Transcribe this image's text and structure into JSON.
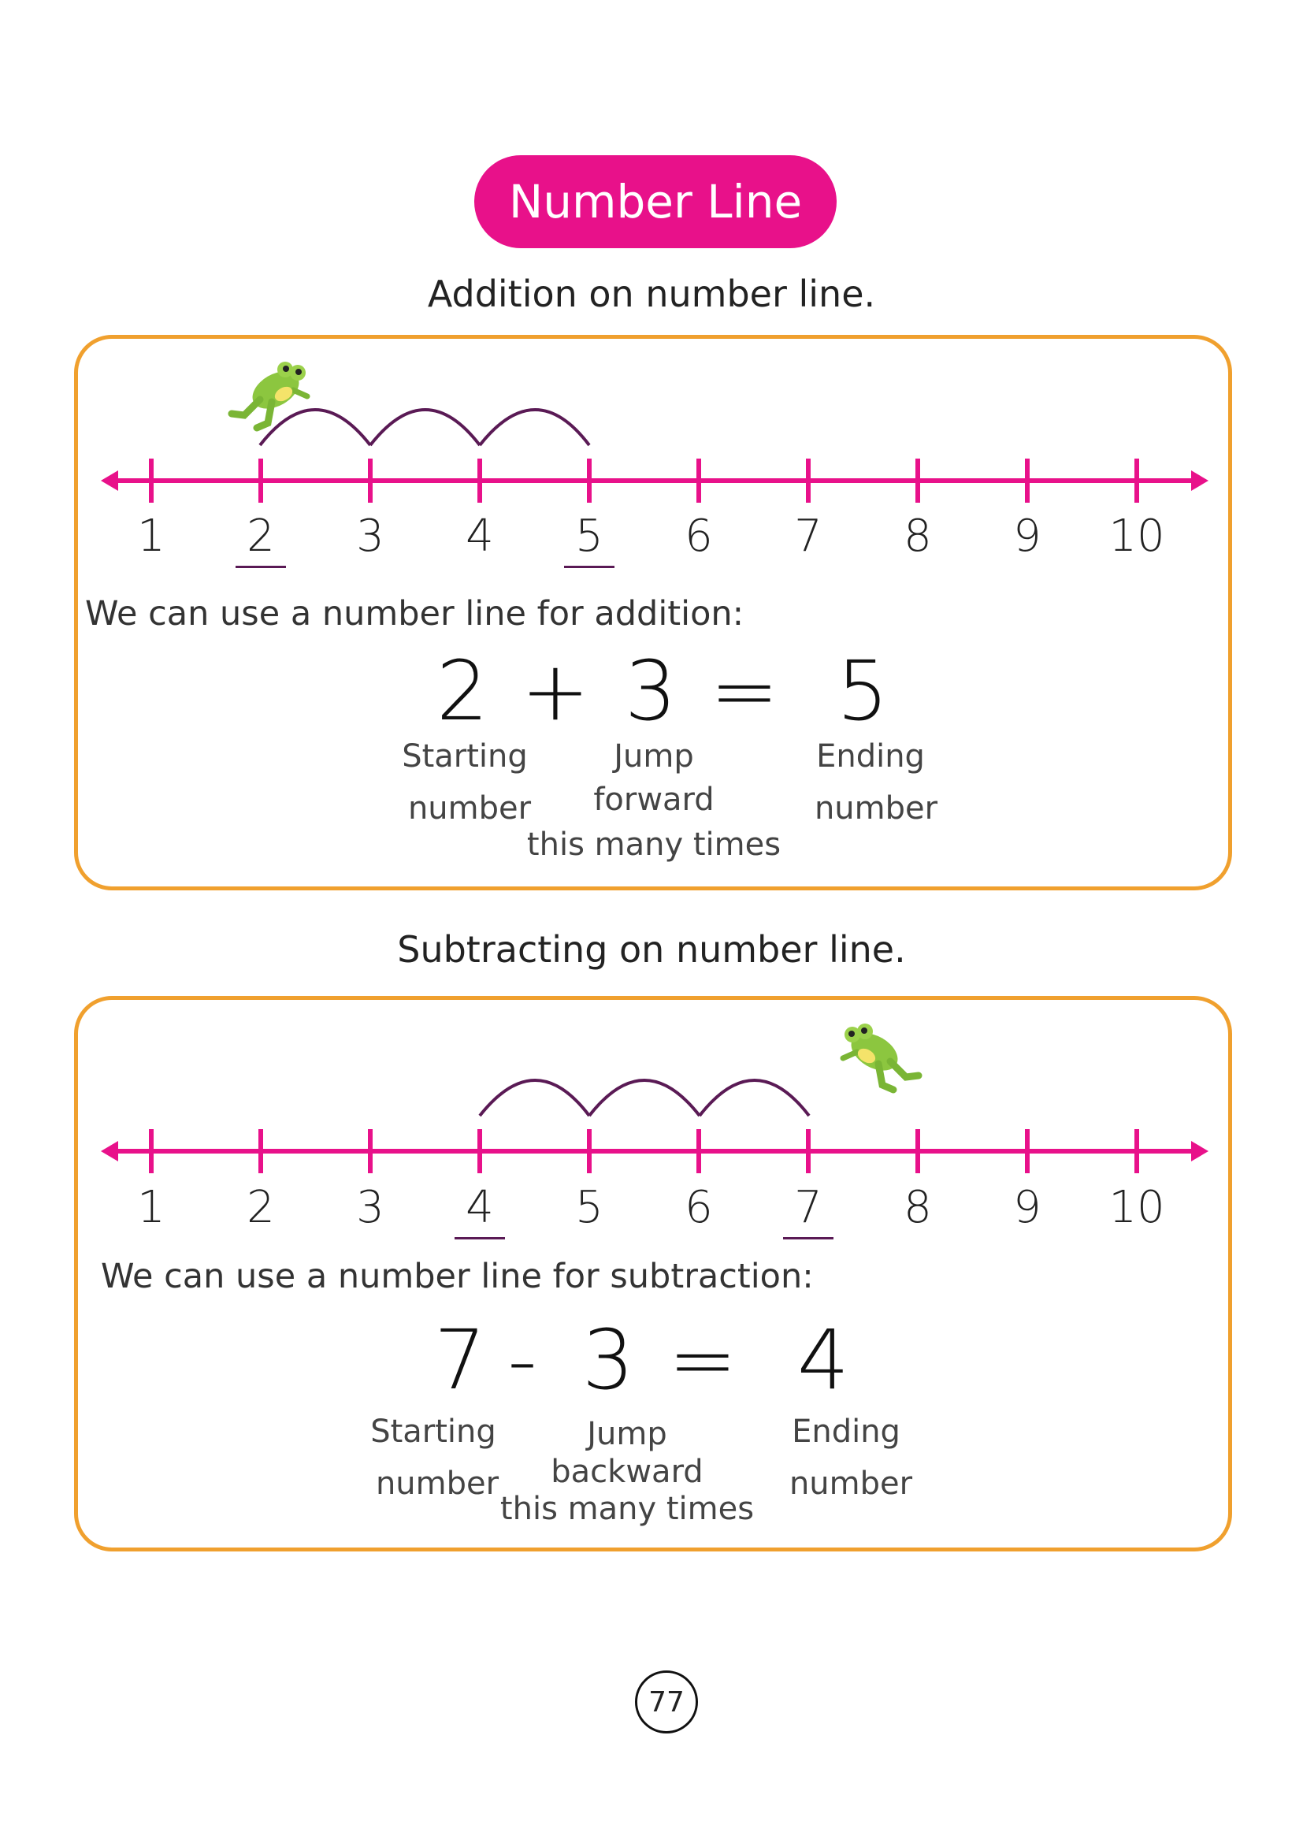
{
  "title": "Number Line",
  "addition": {
    "heading": "Addition on number line.",
    "numbers": [
      "1",
      "2",
      "3",
      "4",
      "5",
      "6",
      "7",
      "8",
      "9",
      "10"
    ],
    "underlined": [
      "2",
      "5"
    ],
    "jumps": {
      "from": 2,
      "to": 5
    },
    "intro": "We can use a number line for addition:",
    "equation": {
      "a": "2",
      "op": "+",
      "b": "3",
      "eq": "=",
      "result": "5"
    },
    "captions": {
      "start_1": "Starting",
      "start_2": "number",
      "jump_1": "Jump",
      "jump_2": "forward",
      "jump_3": "this many times",
      "end_1": "Ending",
      "end_2": "number"
    }
  },
  "subtraction": {
    "heading": "Subtracting on number line.",
    "numbers": [
      "1",
      "2",
      "3",
      "4",
      "5",
      "6",
      "7",
      "8",
      "9",
      "10"
    ],
    "underlined": [
      "4",
      "7"
    ],
    "jumps": {
      "from": 7,
      "to": 4
    },
    "intro": "We can use a number line for subtraction:",
    "equation": {
      "a": "7",
      "op": "-",
      "b": "3",
      "eq": "=",
      "result": "4"
    },
    "captions": {
      "start_1": "Starting",
      "start_2": "number",
      "jump_1": "Jump",
      "jump_2": "backward",
      "jump_3": "this many times",
      "end_1": "Ending",
      "end_2": "number"
    }
  },
  "page_number": "77",
  "colors": {
    "pink": "#e8118a",
    "orange": "#f0a02e",
    "arc": "#5a1a55",
    "frog": "#8cc63f"
  }
}
